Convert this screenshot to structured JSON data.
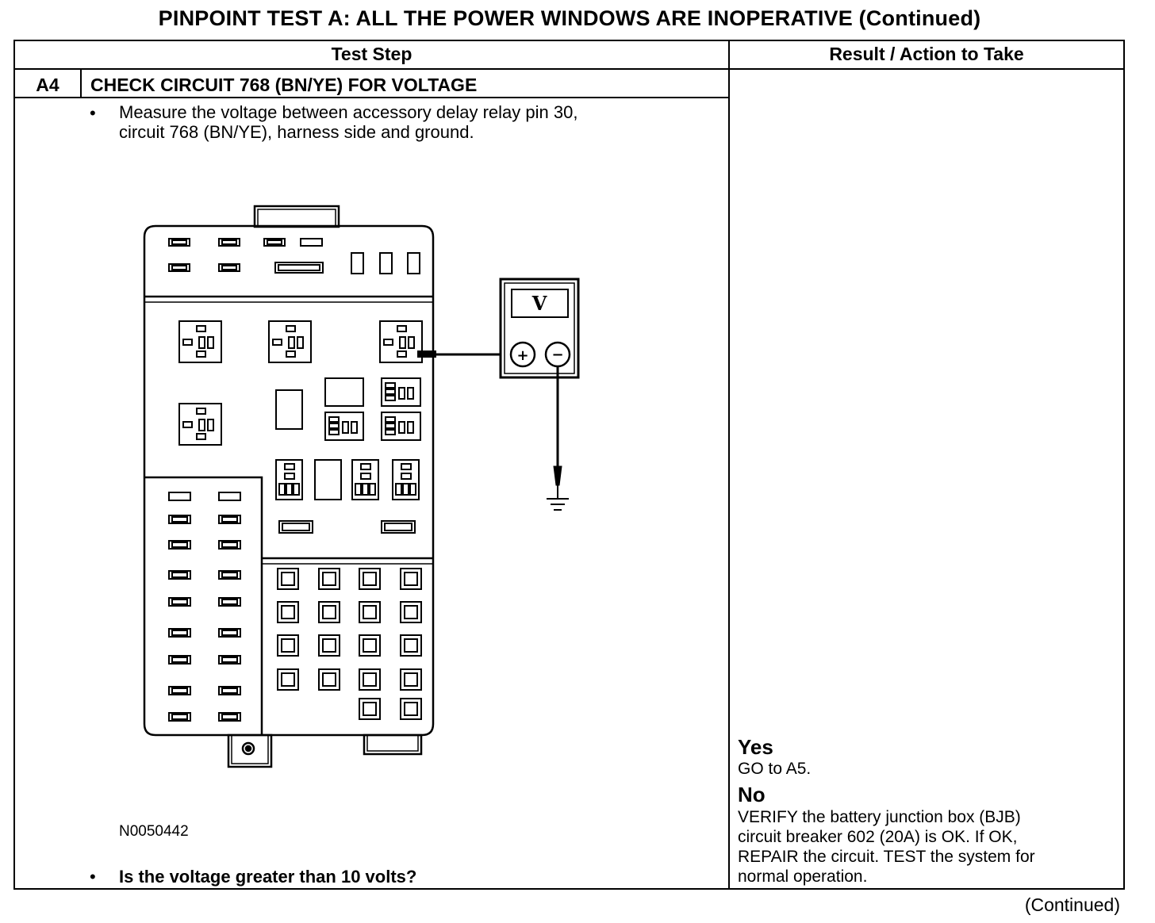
{
  "title": "PINPOINT TEST  A: ALL THE POWER WINDOWS ARE INOPERATIVE (Continued)",
  "columns": {
    "test_step": "Test Step",
    "result": "Result / Action to Take"
  },
  "step": {
    "id": "A4",
    "title": "CHECK CIRCUIT 768 (BN/YE) FOR VOLTAGE",
    "instruction_line1": "Measure the voltage between accessory delay relay pin 30,",
    "instruction_line2": "circuit 768 (BN/YE), harness side and ground.",
    "question": "Is the voltage greater than 10 volts?",
    "figure_id": "N0050442",
    "bullet": "•"
  },
  "figure": {
    "meter_symbol": "V",
    "plus": "+",
    "minus": "−"
  },
  "results": {
    "yes_label": "Yes",
    "yes_action": "GO to A5.",
    "no_label": "No",
    "no_line1": "VERIFY the battery junction box (BJB)",
    "no_line2": "circuit breaker 602 (20A) is OK. If OK,",
    "no_line3": "REPAIR the circuit. TEST the system for",
    "no_line4": "normal operation."
  },
  "footer": "(Continued)"
}
